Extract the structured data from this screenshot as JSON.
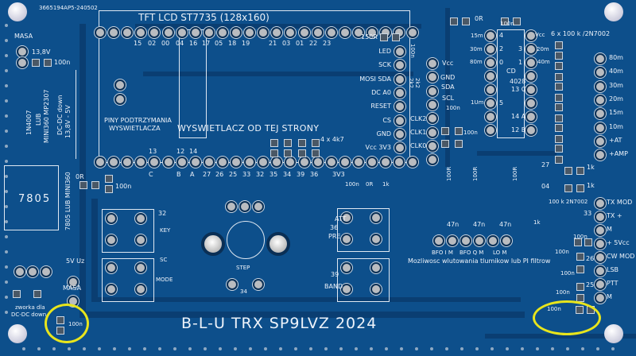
{
  "board": {
    "title": "B-L-U TRX  SP9LVZ 2024",
    "serial": "3665194AP5-240502",
    "colors": {
      "substrate": "#0d4f8b",
      "silkscreen": "#eef3fa",
      "highlight": "#e8e51c"
    }
  },
  "lcd": {
    "title": "TFT LCD ST7735 (128x160)",
    "top_pins": [
      "15",
      "02",
      "00",
      "04",
      "16",
      "17",
      "05",
      "18",
      "19",
      "21",
      "03",
      "01",
      "22",
      "23"
    ],
    "bottom_pins_upper": [
      "13",
      "12",
      "14"
    ],
    "bottom_pins_lower": [
      "C",
      "B",
      "A",
      "27",
      "26",
      "25",
      "33",
      "32",
      "35",
      "34",
      "39",
      "36"
    ],
    "side_note": "WYSWIETLACZ OD TEJ STRONY",
    "support_pins": [
      "PINY PODTRZYMANIA",
      "WYSWIETLACZA"
    ]
  },
  "power": {
    "masa_top": "MASA",
    "v138": "13,8V",
    "c100n": "100n",
    "diode": "1N4007",
    "lub": "LUB",
    "module": "MINI360  MP2307",
    "dcdc": "DC-DC down",
    "range": "13,8V - 5V",
    "reg": "7805",
    "reg_alt": "7805 LUB MINI360",
    "r0": "0R",
    "c100n_b": "100n",
    "v5uz": "5V Uz",
    "masa_bottom": "MASA",
    "jumper1": "zworka dla",
    "jumper2": "DC-DC down",
    "c100n_c": "100n"
  },
  "display_header": {
    "r150": "150R",
    "pins": [
      "LED",
      "SCK",
      "MOSI SDA",
      "DC A0",
      "RESET",
      "CS",
      "GND",
      "Vcc 3V3"
    ],
    "pullups": "4 x 4k7",
    "v3v3": "3V3",
    "p100n": "100n",
    "p0r": "0R",
    "p1k": "1k",
    "c100n_v": "100n",
    "r2k2a": "2k2",
    "r2k2b": "2k2"
  },
  "i2c": {
    "pins": [
      "Vcc",
      "GND",
      "SDA",
      "SCL"
    ],
    "clk": [
      "CLK2",
      "CLK1",
      "CLK0"
    ],
    "c1": "100n",
    "c2": "100n"
  },
  "decoder": {
    "r0": "0R",
    "c100n": "100n",
    "chip1": "CD",
    "chip2": "4028",
    "left_labels": [
      "15m",
      "30m",
      "80m",
      "1Um"
    ],
    "left_pins": [
      "4",
      "2",
      "0",
      "5"
    ],
    "right_pins": [
      "3",
      "1",
      "13 C",
      "14 A",
      "12 B"
    ],
    "right_labels": [
      "Vcc",
      "20m",
      "40m"
    ],
    "fets": "6 x 100 k /2N7002"
  },
  "band_out": [
    "80m",
    "40m",
    "30m",
    "20m",
    "15m",
    "10m",
    "+AT",
    "+AMP"
  ],
  "misc_right": {
    "r27": "27",
    "r1k_a": "1k",
    "r04": "04",
    "r1k_b": "1k",
    "fet": "100 k 2N7002",
    "n33": "33",
    "r1k_c": "1k",
    "caps": [
      "100n",
      "100n",
      "100n",
      "100n",
      "100n"
    ],
    "n26": "26",
    "n25": "25"
  },
  "connector_right": [
    "TX MOD",
    "TX +",
    "M",
    "+ 5Vcc",
    "CW MOD",
    "LSB",
    "PTT",
    "M"
  ],
  "mixer": {
    "caps": [
      "47n",
      "47n",
      "47n"
    ],
    "outs": [
      "BFO I  M",
      "BFO Q M",
      "LO  M"
    ],
    "r100": [
      "100R",
      "100R",
      "100R"
    ],
    "note": "Mozliwosc wlutowania tlumikow lub PI filtrow"
  },
  "controls": {
    "n32": "32",
    "key": "KEY",
    "sc": "SC",
    "mode": "MODE",
    "step": "STEP",
    "n34": "34",
    "att": "ATT",
    "n36": "36",
    "pre": "PRE",
    "n39": "39",
    "band": "BAND"
  }
}
